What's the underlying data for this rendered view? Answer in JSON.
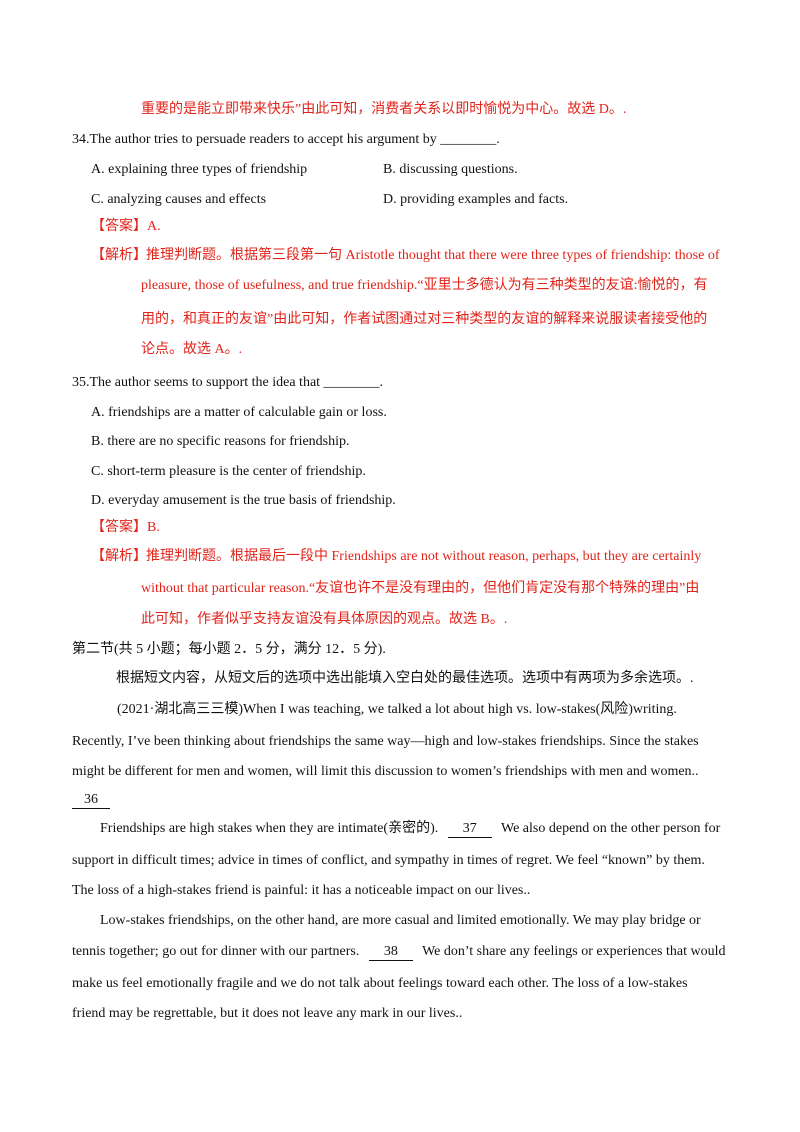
{
  "q33_tail": "重要的是能立即带来快乐”由此可知，消费者关系以即时愉悦为中心。故选 D。.",
  "q34": {
    "stem": "34.The author tries to persuade readers to accept his argument by ________.",
    "options": [
      "A. explaining three types of friendship",
      "B. discussing questions.",
      "C. analyzing causes and effects",
      "D. providing examples and facts."
    ],
    "answer": "【答案】A.",
    "analysis_label": "【解析】",
    "analysis": [
      "推理判断题。根据第三段第一句 Aristotle thought that there were three types of friendship: those of",
      "pleasure, those of usefulness, and true friendship.“亚里士多德认为有三种类型的友谊:愉悦的，有",
      "用的，和真正的友谊”由此可知，作者试图通过对三种类型的友谊的解释来说服读者接受他的",
      "论点。故选 A。."
    ]
  },
  "q35": {
    "stem": "35.The author seems to support the idea that ________.",
    "options": [
      "A. friendships are a matter of calculable gain or loss.",
      "B. there are no specific reasons for friendship.",
      "C. short-term pleasure is the center of friendship.",
      "D. everyday amusement is the true basis of friendship."
    ],
    "answer": "【答案】B.",
    "analysis_label": "【解析】",
    "analysis": [
      "推理判断题。根据最后一段中 Friendships are not without reason, perhaps, but they are certainly",
      "without that particular reason.“友谊也许不是没有理由的，但他们肯定没有那个特殊的理由”由",
      "此可知，作者似乎支持友谊没有具体原因的观点。故选 B。."
    ]
  },
  "section": {
    "heading": "第二节(共 5 小题；每小题 2．5 分，满分 12．5 分).",
    "instruction": "根据短文内容，从短文后的选项中选出能填入空白处的最佳选项。选项中有两项为多余选项。."
  },
  "passage": {
    "p1": [
      "(2021·湖北高三三模)When I was teaching, we talked a lot about high vs. low-stakes(风险)writing.",
      "Recently, I’ve been thinking about friendships the same way—high and low-stakes friendships. Since the stakes",
      "might be different for men and women, will limit this discussion to women’s friendships with men and women.."
    ],
    "blank36": "36",
    "p2_a": "Friendships are high stakes when they are intimate(亲密的).",
    "blank37": "37",
    "p2_b": "We also depend on the other person for",
    "p2_rest": [
      "support in difficult times; advice in times of conflict, and sympathy in times of regret. We feel “known” by them.",
      "The loss of a high-stakes friend is painful: it has a noticeable impact on our lives.."
    ],
    "p3_first": "Low-stakes friendships, on the other hand, are more casual and limited emotionally. We may play bridge or",
    "p3_a": "tennis together; go out for dinner with our partners.",
    "blank38": "38",
    "p3_b": "We don’t share any feelings or experiences that would",
    "p3_rest": [
      "make us feel emotionally fragile and we do not talk about feelings toward each other. The loss of a low-stakes",
      "friend may be regrettable, but it does not leave any mark in our lives.."
    ]
  }
}
